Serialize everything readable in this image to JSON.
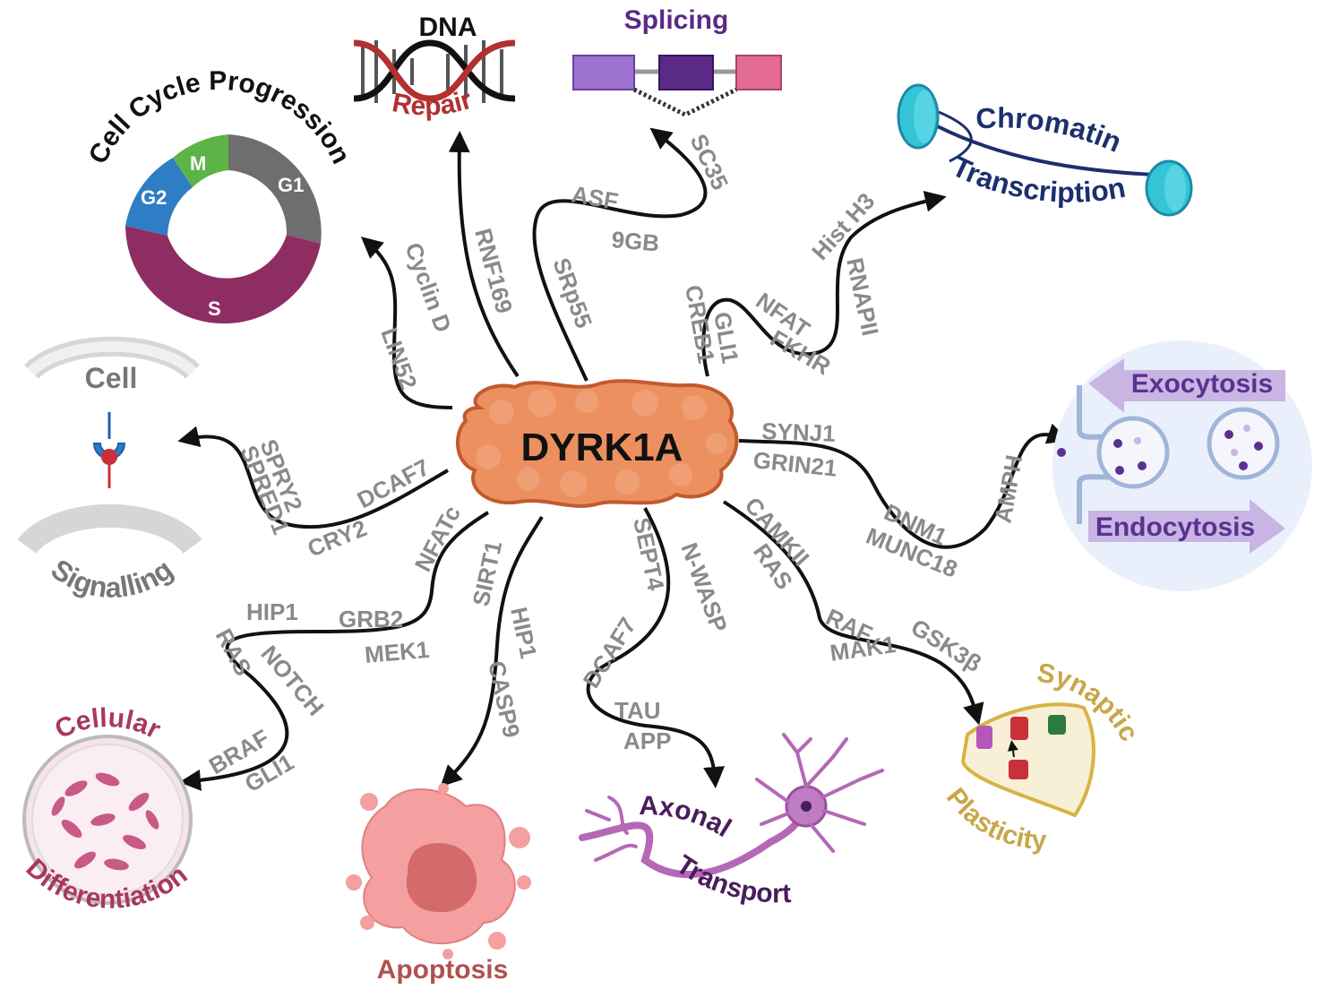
{
  "center": {
    "label": "DYRK1A"
  },
  "processes": {
    "dna_repair": {
      "line1": "DNA",
      "line2": "Repair"
    },
    "splicing": {
      "label": "Splicing"
    },
    "chromatin": {
      "line1": "Chromatin",
      "line2": "Transcription"
    },
    "cell_cycle": {
      "title": "Cell Cycle Progression",
      "phases": [
        "G1",
        "S",
        "G2",
        "M"
      ]
    },
    "cell_signalling": {
      "line1": "Cell",
      "line2": "Signalling"
    },
    "vesicle": {
      "exo": "Exocytosis",
      "endo": "Endocytosis"
    },
    "differentiation": {
      "line1": "Cellular",
      "line2": "Differentiation"
    },
    "apoptosis": {
      "label": "Apoptosis"
    },
    "axonal": {
      "line1": "Axonal",
      "line2": "Transport"
    },
    "synaptic": {
      "line1": "Synaptic",
      "line2": "Plasticity"
    }
  },
  "genes": {
    "cyclin_d": "Cyclin D",
    "lin52": "LIN52",
    "rnf169": "RNF169",
    "srp55": "SRp55",
    "asf": "ASF",
    "9gb": "9GB",
    "sc35": "SC35",
    "creb1": "CREB1",
    "gli1_a": "GLI1",
    "nfat": "NFAT",
    "fkhr": "FKHR",
    "hist_h3": "Hist H3",
    "rnapii": "RNAPII",
    "spry2": "SPRY2",
    "spred1": "SPRED1",
    "dcaf7_a": "DCAF7",
    "cry2": "CRY2",
    "synj1": "SYNJ1",
    "grin21": "GRIN21",
    "dnm1": "DNM1",
    "munc18": "MUNC18",
    "amph": "AMPH",
    "nfatc": "NFATc",
    "grb2": "GRB2",
    "mek1": "MEK1",
    "hip1_a": "HIP1",
    "ras_a": "RAS",
    "notch": "NOTCH",
    "braf": "BRAF",
    "gli1_b": "GLI1",
    "sirt1": "SIRT1",
    "hip1_b": "HIP1",
    "casp9": "CASP9",
    "sept4": "SEPT4",
    "n_wasp": "N-WASP",
    "dcaf7_b": "DCAF7",
    "tau": "TAU",
    "app": "APP",
    "camkii": "CAMKII",
    "ras_b": "RAS",
    "raf": "RAF",
    "mak1": "MAK1",
    "gsk3b": "GSK3β"
  },
  "colors": {
    "dyrk_fill": "#ec9060",
    "dyrk_stroke": "#c35a2f",
    "gene_text": "#8a8a8a",
    "dna_red": "#b33030",
    "splicing_purple": "#5a2a86",
    "chromatin_navy": "#1c2f6e",
    "chromatin_teal": "#35c3d6",
    "phase_g1": "#6e6e6e",
    "phase_s": "#8e2d62",
    "phase_g2": "#2f7dc4",
    "phase_m": "#5cb346",
    "vesicle_purple": "#5a3190",
    "vesicle_arrow": "#c9b5e3",
    "differentiation_pink": "#a83860",
    "apoptosis_pink": "#f4a0a0",
    "apoptosis_text": "#b15050",
    "axonal_purple": "#4a1c5c",
    "neuron_pink": "#b468b6",
    "synaptic_gold": "#c8a74a"
  },
  "icons": [
    "dna-helix-icon",
    "exon-splicing-icon",
    "nucleosome-icon",
    "cell-membrane-receptor-icon",
    "vesicle-icon",
    "petri-dish-icon",
    "apoptotic-cell-icon",
    "neuron-icon",
    "synapse-icon"
  ]
}
